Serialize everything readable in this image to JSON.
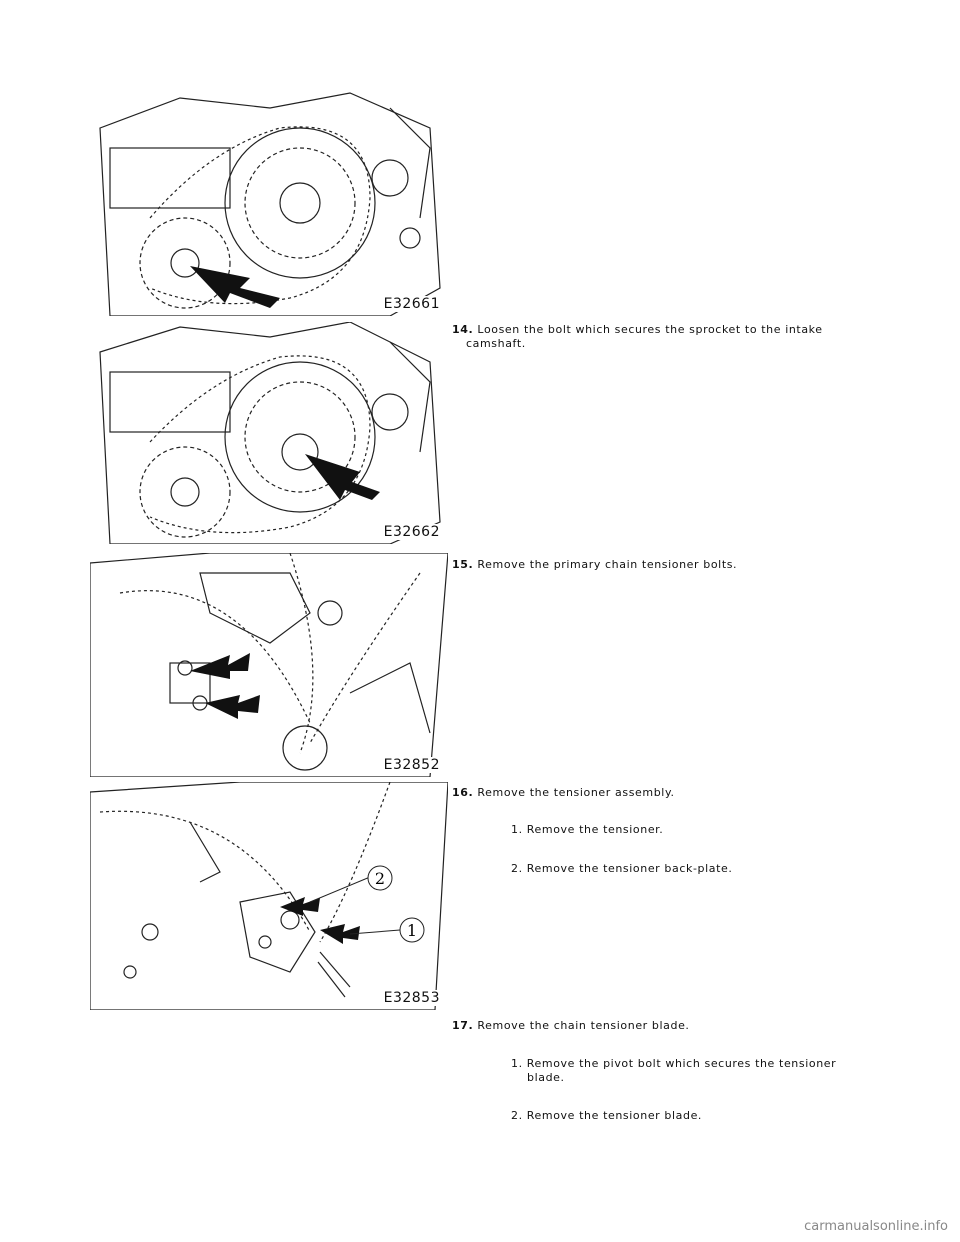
{
  "figures": [
    {
      "label": "E32661",
      "icon": "chain-sprocket-exhaust-bolt-illustration"
    },
    {
      "label": "E32662",
      "icon": "chain-sprocket-intake-bolt-illustration"
    },
    {
      "label": "E32852",
      "icon": "primary-chain-tensioner-bolts-illustration"
    },
    {
      "label": "E32853",
      "icon": "tensioner-assembly-illustration",
      "callouts": [
        "2",
        "1"
      ]
    }
  ],
  "steps": [
    {
      "num": "14.",
      "text": "Loosen the bolt which secures the sprocket to the intake",
      "cont": "camshaft."
    },
    {
      "num": "15.",
      "text": "Remove the primary chain tensioner bolts."
    },
    {
      "num": "16.",
      "text": "Remove the tensioner assembly.",
      "subs": [
        {
          "text": "1. Remove the tensioner."
        },
        {
          "text": "2. Remove the tensioner back-plate."
        }
      ]
    },
    {
      "num": "17.",
      "text": "Remove the chain tensioner blade.",
      "subs": [
        {
          "text": "1. Remove the pivot bolt which secures the tensioner",
          "cont": "blade."
        },
        {
          "text": "2. Remove the tensioner blade."
        }
      ]
    }
  ],
  "watermark": "carmanualsonline.info"
}
